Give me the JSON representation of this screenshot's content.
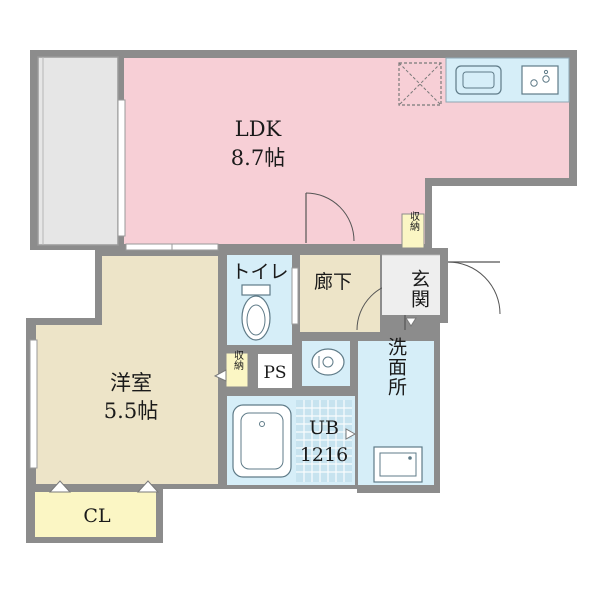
{
  "rooms": {
    "ldk": {
      "label": "LDK",
      "size": "8.7帖"
    },
    "western_room": {
      "label": "洋室",
      "size": "5.5帖"
    },
    "closet": {
      "label": "CL"
    },
    "toilet": {
      "label": "トイレ"
    },
    "hallway": {
      "label": "廊下"
    },
    "entrance": {
      "label": "玄関"
    },
    "washroom": {
      "label": "洗面所"
    },
    "bathroom": {
      "label": "UB",
      "size": "1216"
    },
    "pipe_space": {
      "label": "PS"
    },
    "storage_entrance": {
      "label": "収納"
    },
    "storage_room": {
      "label": "収納"
    }
  },
  "colors": {
    "wall": "#8c8c8c",
    "ldk": "#f7cfd6",
    "western_room": "#ede4c8",
    "closet": "#fbf6c4",
    "wet_area": "#d6eef8",
    "hallway": "#ede4c8",
    "entrance": "#eeeeee",
    "balcony": "#e6e6e6",
    "storage": "#fbf6c4"
  }
}
